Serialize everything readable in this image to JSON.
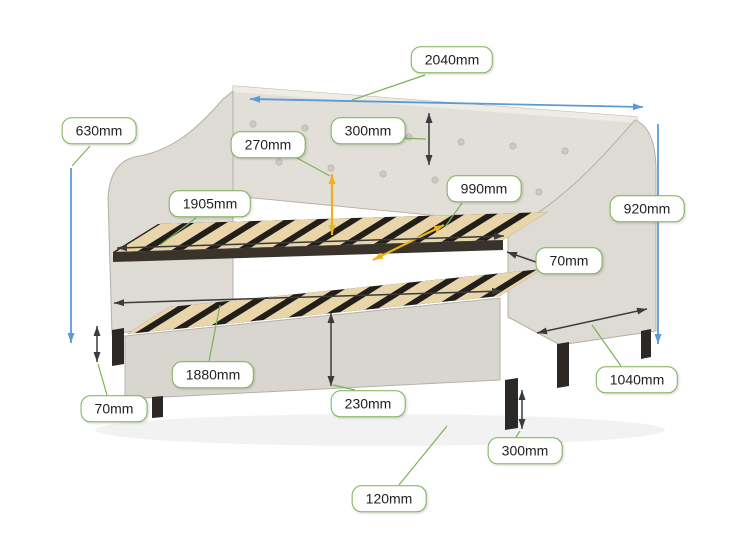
{
  "diagram": {
    "labels": {
      "overall_length": "2040mm",
      "arm_height": "630mm",
      "backrest_inner_height": "270mm",
      "back_cushion_height": "300mm",
      "slat_area_width": "990mm",
      "slat_length": "1905mm",
      "overall_height": "920mm",
      "side_rail_thickness": "70mm",
      "trundle_length": "1880mm",
      "trundle_rail_height": "230mm",
      "front_leg_height": "70mm",
      "overall_depth": "1040mm",
      "trundle_leg_height": "300mm",
      "trundle_clearance": "120mm"
    },
    "colors": {
      "callout_border": "#7cb356",
      "arrow_blue": "#5b9bd5",
      "arrow_black": "#3b3b3b",
      "arrow_yellow": "#e9b320",
      "fabric": "#dedbd5",
      "slats": "#e8d5aa"
    }
  }
}
